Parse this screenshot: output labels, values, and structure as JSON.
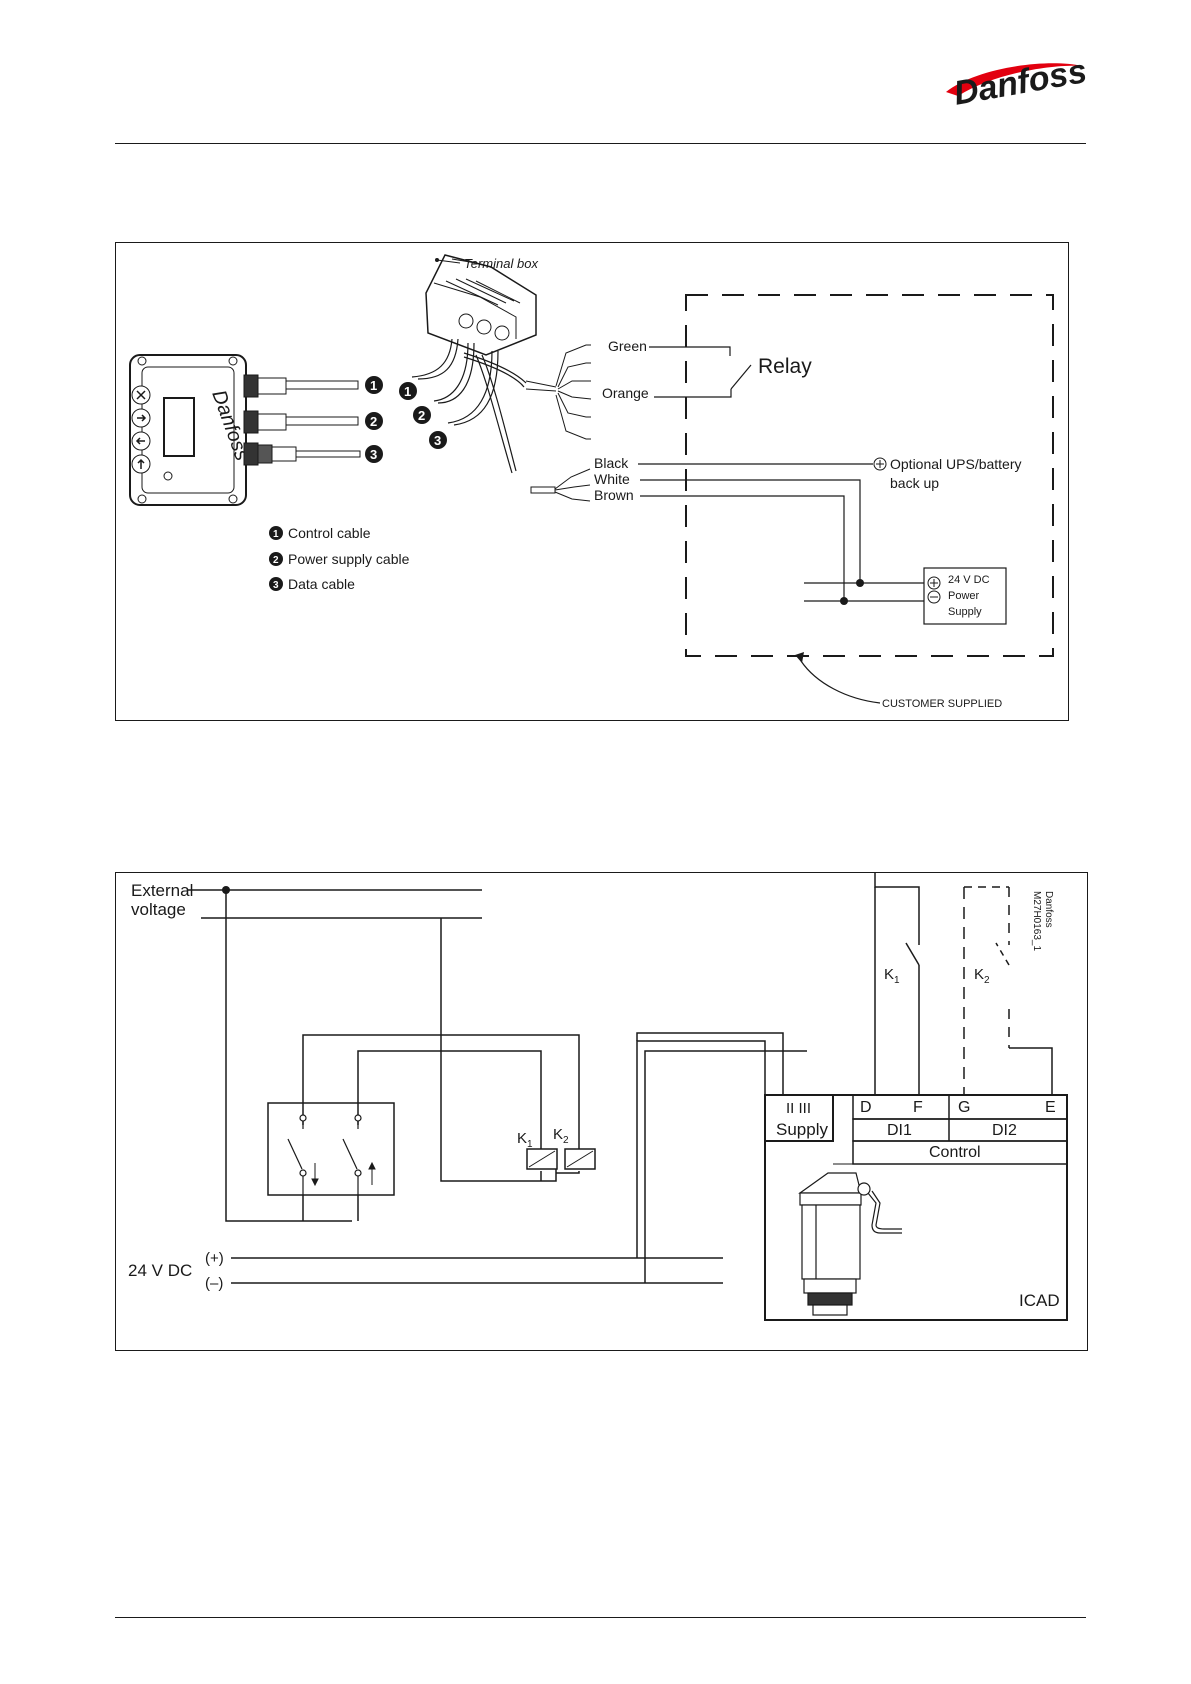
{
  "brand": {
    "logo_text": "Danfoss",
    "accent_color": "#e2000f"
  },
  "diagram1": {
    "terminal_box": "Terminal box",
    "wires_relay": [
      "Green",
      "Orange"
    ],
    "relay": "Relay",
    "wires_power": [
      "Black",
      "White",
      "Brown"
    ],
    "ups": [
      "Optional UPS/battery",
      "back up"
    ],
    "power_supply": [
      "24 V DC",
      "Power",
      "Supply"
    ],
    "customer_supplied": "CUSTOMER SUPPLIED",
    "legend": [
      {
        "num": "1",
        "label": "Control cable"
      },
      {
        "num": "2",
        "label": "Power supply cable"
      },
      {
        "num": "3",
        "label": "Data cable"
      }
    ]
  },
  "diagram2": {
    "external_voltage": [
      "External",
      "voltage"
    ],
    "dc_label": "24 V DC",
    "plus": "(+)",
    "minus": "(–)",
    "k1": "K",
    "k2": "K",
    "sub1": "1",
    "sub2": "2",
    "supply_terminals": "II  III",
    "supply": "Supply",
    "terminals_d": "D",
    "terminals_f": "F",
    "terminals_g": "G",
    "terminals_e": "E",
    "di1": "DI1",
    "di2": "DI2",
    "control": "Control",
    "icad": "ICAD",
    "code": [
      "Danfoss",
      "M27H0163_1"
    ]
  }
}
